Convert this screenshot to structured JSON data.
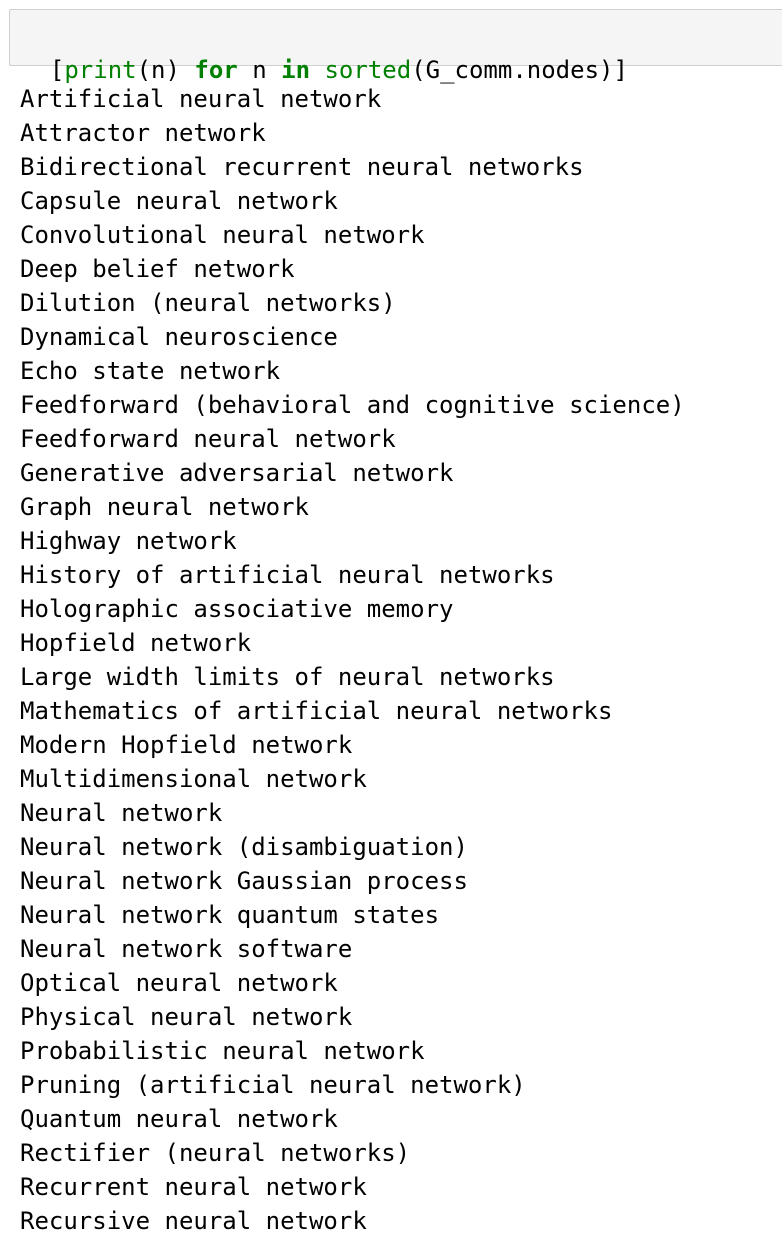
{
  "input_cell": {
    "code_tokens": [
      {
        "text": "[",
        "kind": "plain"
      },
      {
        "text": "print",
        "kind": "builtin"
      },
      {
        "text": "(n) ",
        "kind": "plain"
      },
      {
        "text": "for",
        "kind": "keyword"
      },
      {
        "text": " n ",
        "kind": "plain"
      },
      {
        "text": "in",
        "kind": "keyword"
      },
      {
        "text": " ",
        "kind": "plain"
      },
      {
        "text": "sorted",
        "kind": "builtin"
      },
      {
        "text": "(G_comm.nodes)]",
        "kind": "plain"
      }
    ]
  },
  "output_lines": [
    "Artificial neural network",
    "Attractor network",
    "Bidirectional recurrent neural networks",
    "Capsule neural network",
    "Convolutional neural network",
    "Deep belief network",
    "Dilution (neural networks)",
    "Dynamical neuroscience",
    "Echo state network",
    "Feedforward (behavioral and cognitive science)",
    "Feedforward neural network",
    "Generative adversarial network",
    "Graph neural network",
    "Highway network",
    "History of artificial neural networks",
    "Holographic associative memory",
    "Hopfield network",
    "Large width limits of neural networks",
    "Mathematics of artificial neural networks",
    "Modern Hopfield network",
    "Multidimensional network",
    "Neural network",
    "Neural network (disambiguation)",
    "Neural network Gaussian process",
    "Neural network quantum states",
    "Neural network software",
    "Optical neural network",
    "Physical neural network",
    "Probabilistic neural network",
    "Pruning (artificial neural network)",
    "Quantum neural network",
    "Rectifier (neural networks)",
    "Recurrent neural network",
    "Recursive neural network"
  ],
  "colors": {
    "builtin": "#008000",
    "keyword": "#008000",
    "cell_background": "#f5f5f5",
    "cell_border": "#cfcfcf"
  }
}
